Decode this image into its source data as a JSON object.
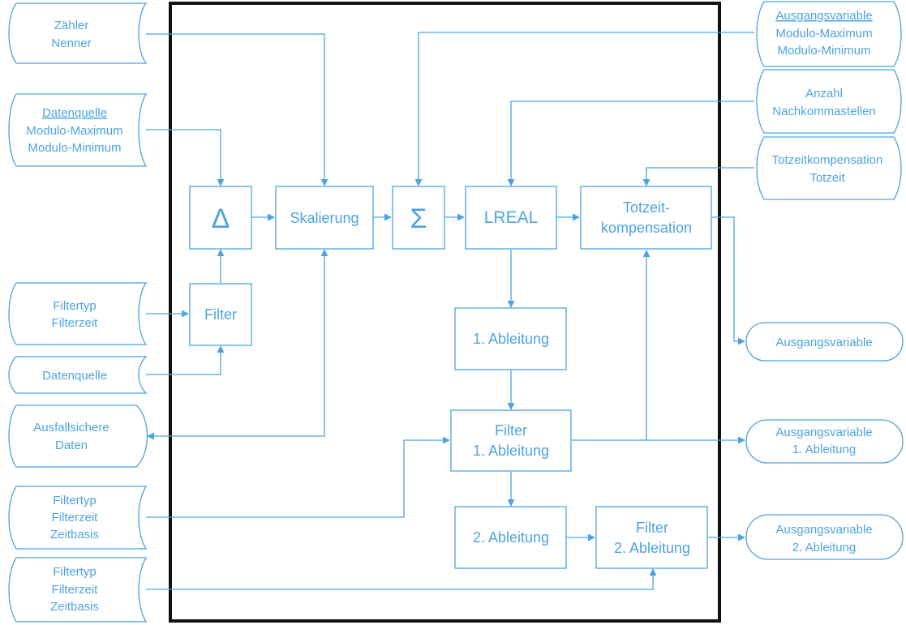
{
  "colors": {
    "accent": "#4da3e0",
    "frame": "#111111"
  },
  "inputs": {
    "zaehler_nenner": [
      "Zähler",
      "Nenner"
    ],
    "datenquelle_modulo": [
      "Datenquelle",
      "Modulo-Maximum",
      "Modulo-Minimum"
    ],
    "filtertyp_filterzeit": [
      "Filtertyp",
      "Filterzeit"
    ],
    "datenquelle": [
      "Datenquelle"
    ],
    "ausfallsichere_daten": [
      "Ausfallsichere",
      "Daten"
    ],
    "filter_abl1": [
      "Filtertyp",
      "Filterzeit",
      "Zeitbasis"
    ],
    "filter_abl2": [
      "Filtertyp",
      "Filterzeit",
      "Zeitbasis"
    ],
    "ausgangsvariable_modulo": [
      "Ausgangsvariable",
      "Modulo-Maximum",
      "Modulo-Minimum"
    ],
    "nachkommastellen": [
      "Anzahl",
      "Nachkommastellen"
    ],
    "totzeit": [
      "Totzeitkompensation",
      "Totzeit"
    ]
  },
  "outputs": {
    "ausgangsvariable": [
      "Ausgangsvariable"
    ],
    "ausgangsvariable_abl1": [
      "Ausgangsvariable",
      "1. Ableitung"
    ],
    "ausgangsvariable_abl2": [
      "Ausgangsvariable",
      "2. Ableitung"
    ]
  },
  "blocks": {
    "delta": "Δ",
    "skalierung": "Skalierung",
    "sigma": "Σ",
    "lreal": "LREAL",
    "totzeit": [
      "Totzeit-",
      "kompensation"
    ],
    "filter": "Filter",
    "ableitung1": "1. Ableitung",
    "filter_abl1": [
      "Filter",
      "1. Ableitung"
    ],
    "ableitung2": "2. Ableitung",
    "filter_abl2": [
      "Filter",
      "2. Ableitung"
    ]
  }
}
